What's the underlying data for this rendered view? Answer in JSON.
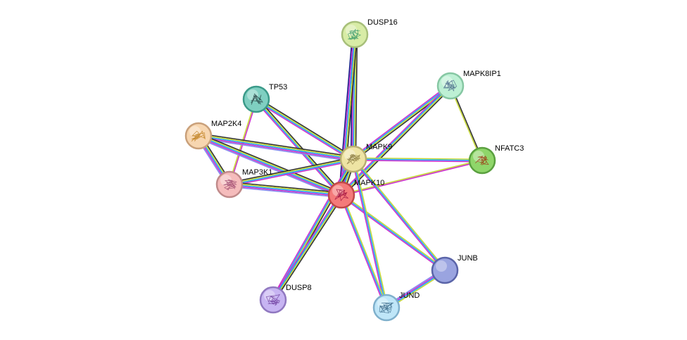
{
  "nodes": [
    {
      "id": "DUSP16",
      "label": "DUSP16",
      "fill": "#d8eca6",
      "stroke": "#a7bf7a",
      "glyph": "#3a9a6a"
    },
    {
      "id": "MAPK8IP1",
      "label": "MAPK8IP1",
      "fill": "#bdf0d4",
      "stroke": "#86c7a3",
      "glyph": "#4a6a8a"
    },
    {
      "id": "TP53",
      "label": "TP53",
      "fill": "#7fcfc1",
      "stroke": "#3b9a89",
      "glyph": "#2a4a4a"
    },
    {
      "id": "MAP2K4",
      "label": "MAP2K4",
      "fill": "#f7d6b0",
      "stroke": "#c9a07a",
      "glyph": "#c08020"
    },
    {
      "id": "MAPK9",
      "label": "MAPK9",
      "fill": "#eee4a4",
      "stroke": "#b7ad72",
      "glyph": "#8a7a40"
    },
    {
      "id": "NFATC3",
      "label": "NFATC3",
      "fill": "#8fd66a",
      "stroke": "#5aa03f",
      "glyph": "#a03010"
    },
    {
      "id": "MAP3K1",
      "label": "MAP3K1",
      "fill": "#f5bcbc",
      "stroke": "#c08a8a",
      "glyph": "#a04a70"
    },
    {
      "id": "MAPK10",
      "label": "MAPK10",
      "fill": "#f47a7a",
      "stroke": "#c04848",
      "glyph": "#a01040"
    },
    {
      "id": "JUNB",
      "label": "JUNB",
      "fill": "#9aa4e0",
      "stroke": "#5a64a8",
      "glyph": "#5a64a8"
    },
    {
      "id": "DUSP8",
      "label": "DUSP8",
      "fill": "#c7b4f2",
      "stroke": "#9078c0",
      "glyph": "#7040a0"
    },
    {
      "id": "JUND",
      "label": "JUND",
      "fill": "#bfe6f8",
      "stroke": "#7fb0cc",
      "glyph": "#3a6a8a"
    }
  ],
  "edges": [
    {
      "source": "DUSP16",
      "target": "MAPK9",
      "colors": [
        "#333333",
        "#c7d93a",
        "#22aaff",
        "#cc33cc",
        "#1a1a8a"
      ]
    },
    {
      "source": "DUSP16",
      "target": "MAPK10",
      "colors": [
        "#333333",
        "#c7d93a",
        "#22aaff",
        "#cc33cc",
        "#1a1a8a"
      ]
    },
    {
      "source": "MAPK8IP1",
      "target": "MAPK9",
      "colors": [
        "#333333",
        "#c7d93a",
        "#22aaff",
        "#cc33cc"
      ]
    },
    {
      "source": "MAPK8IP1",
      "target": "MAPK10",
      "colors": [
        "#333333",
        "#c7d93a",
        "#22aaff",
        "#cc33cc"
      ]
    },
    {
      "source": "MAPK8IP1",
      "target": "NFATC3",
      "colors": [
        "#333333",
        "#c7d93a"
      ]
    },
    {
      "source": "TP53",
      "target": "MAPK9",
      "colors": [
        "#333333",
        "#c7d93a",
        "#22aaff",
        "#cc33cc"
      ]
    },
    {
      "source": "TP53",
      "target": "MAPK10",
      "colors": [
        "#333333",
        "#c7d93a",
        "#22aaff",
        "#cc33cc"
      ]
    },
    {
      "source": "TP53",
      "target": "MAP3K1",
      "colors": [
        "#cc33cc",
        "#c7d93a"
      ]
    },
    {
      "source": "MAP2K4",
      "target": "MAPK9",
      "colors": [
        "#333333",
        "#c7d93a",
        "#22aaff",
        "#cc33cc",
        "#8888ee"
      ]
    },
    {
      "source": "MAP2K4",
      "target": "MAPK10",
      "colors": [
        "#333333",
        "#c7d93a",
        "#22aaff",
        "#cc33cc",
        "#8888ee"
      ]
    },
    {
      "source": "MAP2K4",
      "target": "MAP3K1",
      "colors": [
        "#333333",
        "#c7d93a",
        "#22aaff",
        "#cc33cc",
        "#8888ee"
      ]
    },
    {
      "source": "MAP3K1",
      "target": "MAPK9",
      "colors": [
        "#333333",
        "#c7d93a",
        "#22aaff",
        "#cc33cc"
      ]
    },
    {
      "source": "MAP3K1",
      "target": "MAPK10",
      "colors": [
        "#333333",
        "#c7d93a",
        "#22aaff",
        "#cc33cc",
        "#8888ee"
      ]
    },
    {
      "source": "MAPK9",
      "target": "MAPK10",
      "colors": [
        "#333333",
        "#c7d93a",
        "#22aaff",
        "#cc33cc"
      ]
    },
    {
      "source": "MAPK9",
      "target": "NFATC3",
      "colors": [
        "#c7d93a",
        "#22aaff",
        "#cc33cc"
      ]
    },
    {
      "source": "MAPK10",
      "target": "NFATC3",
      "colors": [
        "#c7d93a",
        "#cc33cc"
      ]
    },
    {
      "source": "MAPK9",
      "target": "JUNB",
      "colors": [
        "#c7d93a",
        "#22aaff",
        "#cc33cc"
      ]
    },
    {
      "source": "MAPK10",
      "target": "JUNB",
      "colors": [
        "#c7d93a",
        "#22aaff",
        "#cc33cc"
      ]
    },
    {
      "source": "MAPK9",
      "target": "JUND",
      "colors": [
        "#c7d93a",
        "#22aaff",
        "#cc33cc"
      ]
    },
    {
      "source": "MAPK10",
      "target": "JUND",
      "colors": [
        "#c7d93a",
        "#22aaff",
        "#cc33cc"
      ]
    },
    {
      "source": "MAPK9",
      "target": "DUSP8",
      "colors": [
        "#333333",
        "#c7d93a",
        "#22aaff",
        "#cc33cc"
      ]
    },
    {
      "source": "MAPK10",
      "target": "DUSP8",
      "colors": [
        "#333333",
        "#c7d93a",
        "#22aaff",
        "#cc33cc"
      ]
    },
    {
      "source": "JUNB",
      "target": "JUND",
      "colors": [
        "#c7d93a",
        "#22aaff",
        "#cc33cc",
        "#8888ee"
      ]
    }
  ]
}
